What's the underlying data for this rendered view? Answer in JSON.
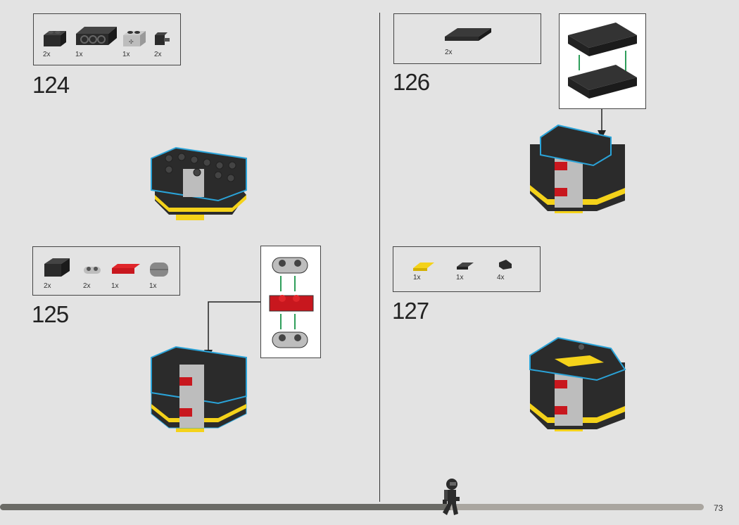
{
  "page_number": "73",
  "progress_percent": 64,
  "colors": {
    "background": "#e3e3e3",
    "highlight": "#2aa3d8",
    "arrow": "#2e9e5a",
    "brick_black": "#2b2b2b",
    "yellow": "#f4d21a",
    "red": "#c8171e"
  },
  "steps": [
    {
      "number": "124",
      "parts": [
        {
          "icon": "black-brick-1x2",
          "qty": "2x"
        },
        {
          "icon": "black-technic-brick-1x4",
          "qty": "1x"
        },
        {
          "icon": "gray-axle-brick-1x2",
          "qty": "1x"
        },
        {
          "icon": "black-clip-brick",
          "qty": "2x"
        }
      ]
    },
    {
      "number": "125",
      "parts": [
        {
          "icon": "black-brick-2x2",
          "qty": "2x"
        },
        {
          "icon": "gray-plate-1x2",
          "qty": "2x"
        },
        {
          "icon": "red-clip-plate",
          "qty": "1x"
        },
        {
          "icon": "gray-round-brick",
          "qty": "1x"
        }
      ]
    },
    {
      "number": "126",
      "parts": [
        {
          "icon": "black-plate-2x4",
          "qty": "2x"
        }
      ]
    },
    {
      "number": "127",
      "parts": [
        {
          "icon": "yellow-grille-tile",
          "qty": "1x"
        },
        {
          "icon": "black-tile-1x2",
          "qty": "1x"
        },
        {
          "icon": "black-slope-tile",
          "qty": "4x"
        }
      ]
    }
  ]
}
